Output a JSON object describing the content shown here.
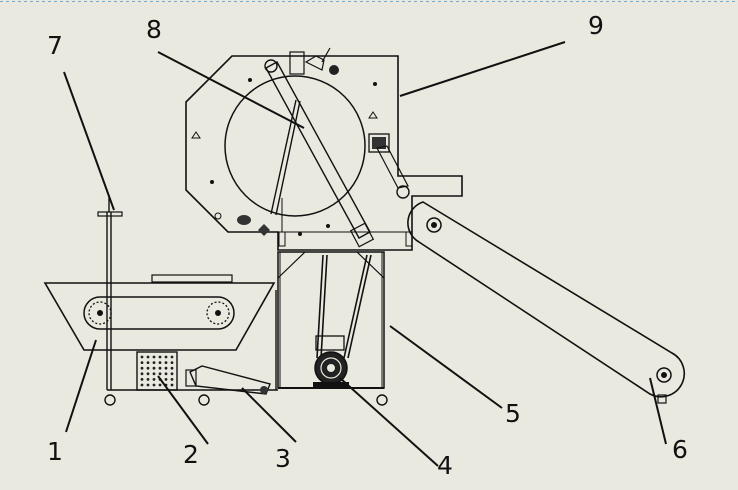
{
  "diagram": {
    "labels": [
      {
        "id": "1",
        "text": "1"
      },
      {
        "id": "2",
        "text": "2"
      },
      {
        "id": "3",
        "text": "3"
      },
      {
        "id": "4",
        "text": "4"
      },
      {
        "id": "5",
        "text": "5"
      },
      {
        "id": "6",
        "text": "6"
      },
      {
        "id": "7",
        "text": "7"
      },
      {
        "id": "8",
        "text": "8"
      },
      {
        "id": "9",
        "text": "9"
      }
    ]
  }
}
